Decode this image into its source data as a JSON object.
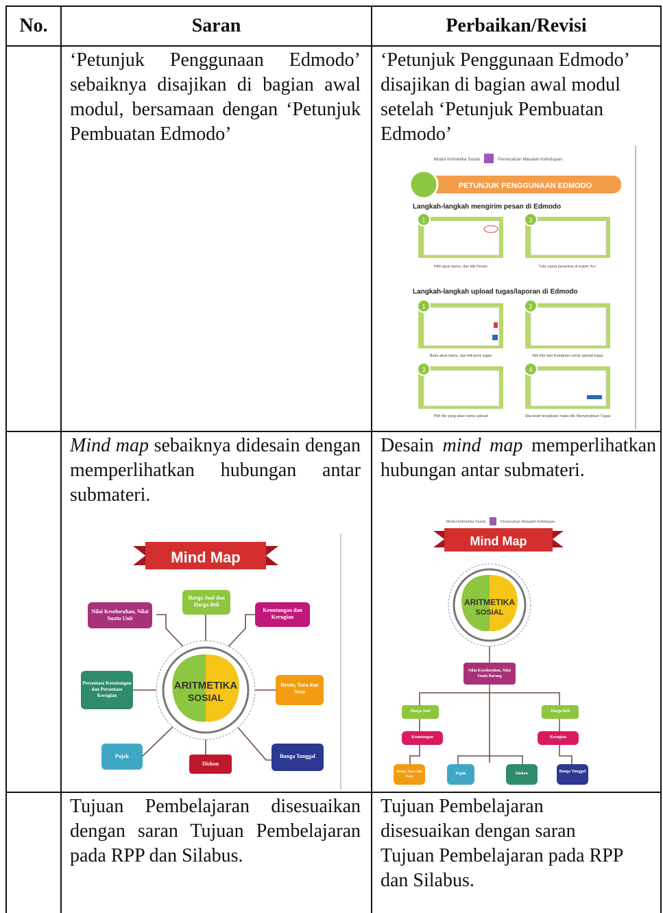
{
  "header": {
    "no": "No.",
    "saran": "Saran",
    "revisi": "Perbaikan/Revisi"
  },
  "rows": [
    {
      "saran": "‘Petunjuk Penggunaan Edmodo’ sebaiknya disajikan di bagian awal modul, bersamaan dengan ‘Petunjuk Pembuatan Edmodo’",
      "revisi": "‘Petunjuk Penggunaan Edmodo’ disajikan di bagian awal modul setelah ‘Petunjuk Pembuatan Edmodo’"
    },
    {
      "saran_em": "Mind map",
      "saran_rest": " sebaiknya didesain dengan memperlihatkan hubungan antar submateri.",
      "revisi_a": "Desain ",
      "revisi_em": "mind map",
      "revisi_b": " memperlihatkan hubungan antar submateri."
    },
    {
      "saran": "Tujuan Pembelajaran disesuaikan dengan saran Tujuan Pembelajaran pada RPP dan Silabus.",
      "revisi": "Tujuan Pembelajaran disesuaikan dengan saran Tujuan Pembelajaran pada RPP dan Silabus."
    }
  ],
  "edmodo_figure": {
    "header_left": "Modul Aritmetika Sosial",
    "header_right": "Pemecahan Masalah Kehidupan",
    "banner": "PETUNJUK PENGGUNAAN EDMODO",
    "section1": "Langkah-langkah mengirim pesan di Edmodo",
    "section2": "Langkah-langkah upload tugas/laporan di Edmodo",
    "steps": [
      "1",
      "2",
      "1",
      "2",
      "3",
      "4"
    ],
    "captions": [
      "Pilih akun kamu, dan klik Pesan",
      "Tulis nama penerima di kolom 'Ke:'",
      "Buka akun kamu, dan klik jenis tugas",
      "Klik File dari Komputer untuk upload tugas",
      "Pilih file yang akan kamu upload",
      "Jika telah terupload, maka klik Menyerahkan Tugas"
    ]
  },
  "mindmap_left": {
    "title": "Mind Map",
    "center_line1": "ARITMETIKA",
    "center_line2": "SOSIAL",
    "nodes": [
      {
        "label": "Harga Jual dan Harga Beli",
        "color": "#8dc63f"
      },
      {
        "label": "Keuntungan dan Kerugian",
        "color": "#c2187b"
      },
      {
        "label": "Bruto, Tara dan Neto",
        "color": "#f39c12"
      },
      {
        "label": "Bunga Tunggal",
        "color": "#2b3990"
      },
      {
        "label": "Diskon",
        "color": "#c0182b"
      },
      {
        "label": "Pajak",
        "color": "#3fa7c4"
      },
      {
        "label": "Persentase Keuntungan dan Persentase Kerugian",
        "color": "#2e8b6e"
      },
      {
        "label": "Nilai Keseluruhan, Nilai Suatu Unit",
        "color": "#a8327a"
      }
    ]
  },
  "mindmap_right": {
    "header_left": "Modul Aritmetika Sosial",
    "header_right": "Pemecahan Masalah Kehidupan",
    "title": "Mind Map",
    "center_line1": "ARITMETIKA",
    "center_line2": "SOSIAL",
    "nodes": [
      {
        "label": "Nilai Keseluruhan, Nilai Suatu Barang",
        "color": "#a8327a"
      },
      {
        "label": "Harga Jual",
        "color": "#8dc63f"
      },
      {
        "label": "Harga Beli",
        "color": "#8dc63f"
      },
      {
        "label": "Keuntungan",
        "color": "#d81b60"
      },
      {
        "label": "Kerugian",
        "color": "#d81b60"
      },
      {
        "label": "Bruto, Tara dan Neto",
        "color": "#f39c12"
      },
      {
        "label": "Pajak",
        "color": "#3fa7c4"
      },
      {
        "label": "Diskon",
        "color": "#2e8b6e"
      },
      {
        "label": "Bunga Tunggal",
        "color": "#2b3990"
      }
    ]
  }
}
